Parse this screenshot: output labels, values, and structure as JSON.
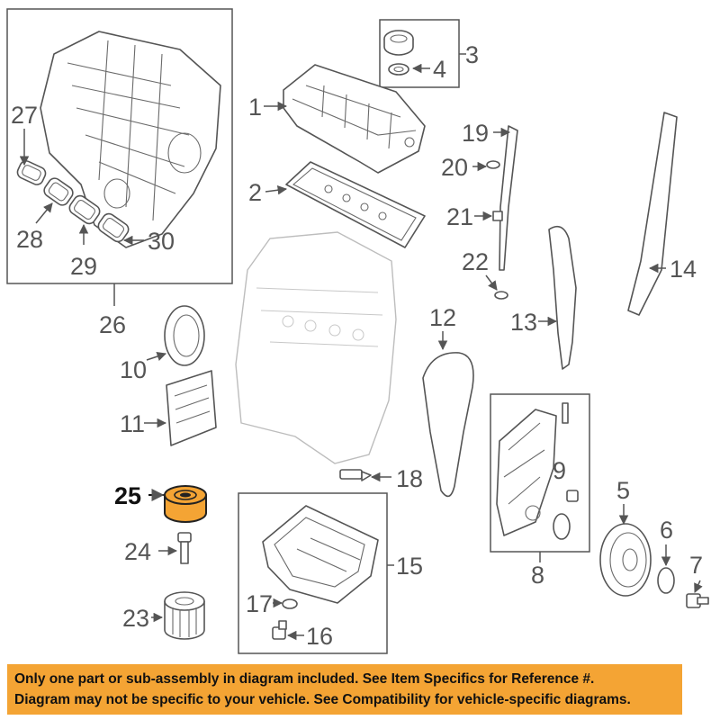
{
  "callouts": [
    "1",
    "2",
    "3",
    "4",
    "5",
    "6",
    "7",
    "8",
    "9",
    "10",
    "11",
    "12",
    "13",
    "14",
    "15",
    "16",
    "17",
    "18",
    "19",
    "20",
    "21",
    "22",
    "23",
    "24",
    "25",
    "26",
    "27",
    "28",
    "29",
    "30"
  ],
  "highlight_color": "#f4a434",
  "notice": {
    "line1": "Only one part or sub-assembly in diagram included. See Item Specifics for Reference #.",
    "line2": "Diagram may not be specific to your vehicle. See Compatibility for vehicle-specific diagrams."
  }
}
